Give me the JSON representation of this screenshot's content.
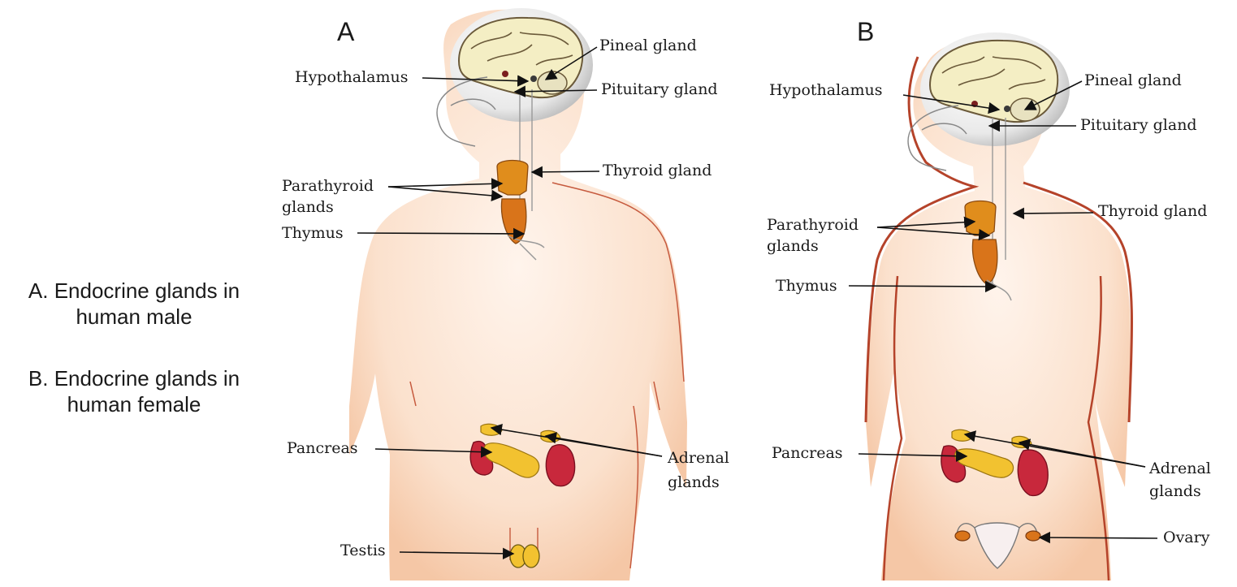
{
  "figure": {
    "captions": [
      {
        "line1": "A. Endocrine glands in",
        "line2": "human male"
      },
      {
        "line1": "B. Endocrine glands in",
        "line2": "human female"
      }
    ],
    "panels": [
      {
        "letter": "A",
        "labels": {
          "pineal": "Pineal gland",
          "hypothalamus": "Hypothalamus",
          "pituitary": "Pituitary gland",
          "thyroid": "Thyroid gland",
          "parathyroid_1": "Parathyroid",
          "parathyroid_2": "glands",
          "thymus": "Thymus",
          "pancreas": "Pancreas",
          "adrenal_1": "Adrenal",
          "adrenal_2": "glands",
          "testis": "Testis"
        }
      },
      {
        "letter": "B",
        "labels": {
          "hypothalamus": "Hypothalamus",
          "pineal": "Pineal gland",
          "pituitary": "Pituitary gland",
          "thyroid": "Thyroid gland",
          "parathyroid_1": "Parathyroid",
          "parathyroid_2": "glands",
          "thymus": "Thymus",
          "pancreas": "Pancreas",
          "adrenal_1": "Adrenal",
          "adrenal_2": "glands",
          "ovary": "Ovary"
        }
      }
    ]
  },
  "colors": {
    "skin": "#fbe3d2",
    "skin_shadow": "#f6c6a5",
    "outline": "#b5432a",
    "brain": "#f4eec4",
    "brain_shadow": "#c9c9c9",
    "kidney": "#c8283c",
    "gland_yellow": "#f2c230",
    "thyroid": "#d98a1a"
  }
}
